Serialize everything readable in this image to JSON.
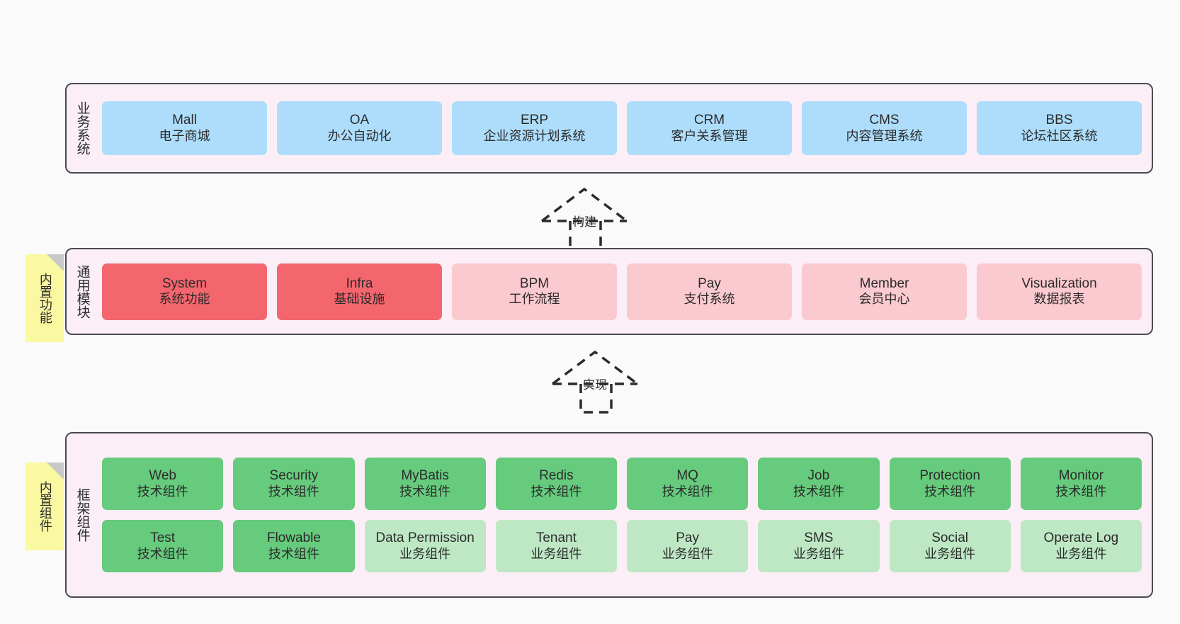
{
  "page": {
    "background": "#FAFAFA",
    "border_color": "#4A4A52",
    "panel_color": "#FBEEF6"
  },
  "colors": {
    "blue": "#ADDDFB",
    "red": "#F4666E",
    "pink": "#FBC9D0",
    "green": "#66CB7D",
    "light_green": "#BEE8C4",
    "sticky_yellow": "#FAF8A0",
    "sticky_fold": "#C8C8C8"
  },
  "layers": {
    "business": {
      "title": "业务系统",
      "cards": [
        {
          "en": "Mall",
          "cn": "电子商城",
          "color": "blue"
        },
        {
          "en": "OA",
          "cn": "办公自动化",
          "color": "blue"
        },
        {
          "en": "ERP",
          "cn": "企业资源计划系统",
          "color": "blue"
        },
        {
          "en": "CRM",
          "cn": "客户关系管理",
          "color": "blue"
        },
        {
          "en": "CMS",
          "cn": "内容管理系统",
          "color": "blue"
        },
        {
          "en": "BBS",
          "cn": "论坛社区系统",
          "color": "blue"
        }
      ]
    },
    "modules": {
      "title": "通用模块",
      "sticky": "内置功能",
      "cards": [
        {
          "en": "System",
          "cn": "系统功能",
          "color": "red"
        },
        {
          "en": "Infra",
          "cn": "基础设施",
          "color": "red"
        },
        {
          "en": "BPM",
          "cn": "工作流程",
          "color": "pink"
        },
        {
          "en": "Pay",
          "cn": "支付系统",
          "color": "pink"
        },
        {
          "en": "Member",
          "cn": "会员中心",
          "color": "pink"
        },
        {
          "en": "Visualization",
          "cn": "数据报表",
          "color": "pink"
        }
      ]
    },
    "framework": {
      "title": "框架组件",
      "sticky": "内置组件",
      "row1": [
        {
          "en": "Web",
          "cn": "技术组件",
          "color": "green"
        },
        {
          "en": "Security",
          "cn": "技术组件",
          "color": "green"
        },
        {
          "en": "MyBatis",
          "cn": "技术组件",
          "color": "green"
        },
        {
          "en": "Redis",
          "cn": "技术组件",
          "color": "green"
        },
        {
          "en": "MQ",
          "cn": "技术组件",
          "color": "green"
        },
        {
          "en": "Job",
          "cn": "技术组件",
          "color": "green"
        },
        {
          "en": "Protection",
          "cn": "技术组件",
          "color": "green"
        },
        {
          "en": "Monitor",
          "cn": "技术组件",
          "color": "green"
        }
      ],
      "row2": [
        {
          "en": "Test",
          "cn": "技术组件",
          "color": "green"
        },
        {
          "en": "Flowable",
          "cn": "技术组件",
          "color": "green"
        },
        {
          "en": "Data Permission",
          "cn": "业务组件",
          "color": "light_green"
        },
        {
          "en": "Tenant",
          "cn": "业务组件",
          "color": "light_green"
        },
        {
          "en": "Pay",
          "cn": "业务组件",
          "color": "light_green"
        },
        {
          "en": "SMS",
          "cn": "业务组件",
          "color": "light_green"
        },
        {
          "en": "Social",
          "cn": "业务组件",
          "color": "light_green"
        },
        {
          "en": "Operate Log",
          "cn": "业务组件",
          "color": "light_green"
        }
      ]
    }
  },
  "arrows": [
    {
      "label": "构建",
      "from": "通用模块",
      "to": "业务系统"
    },
    {
      "label": "实现",
      "from": "框架组件",
      "to": "通用模块"
    }
  ]
}
